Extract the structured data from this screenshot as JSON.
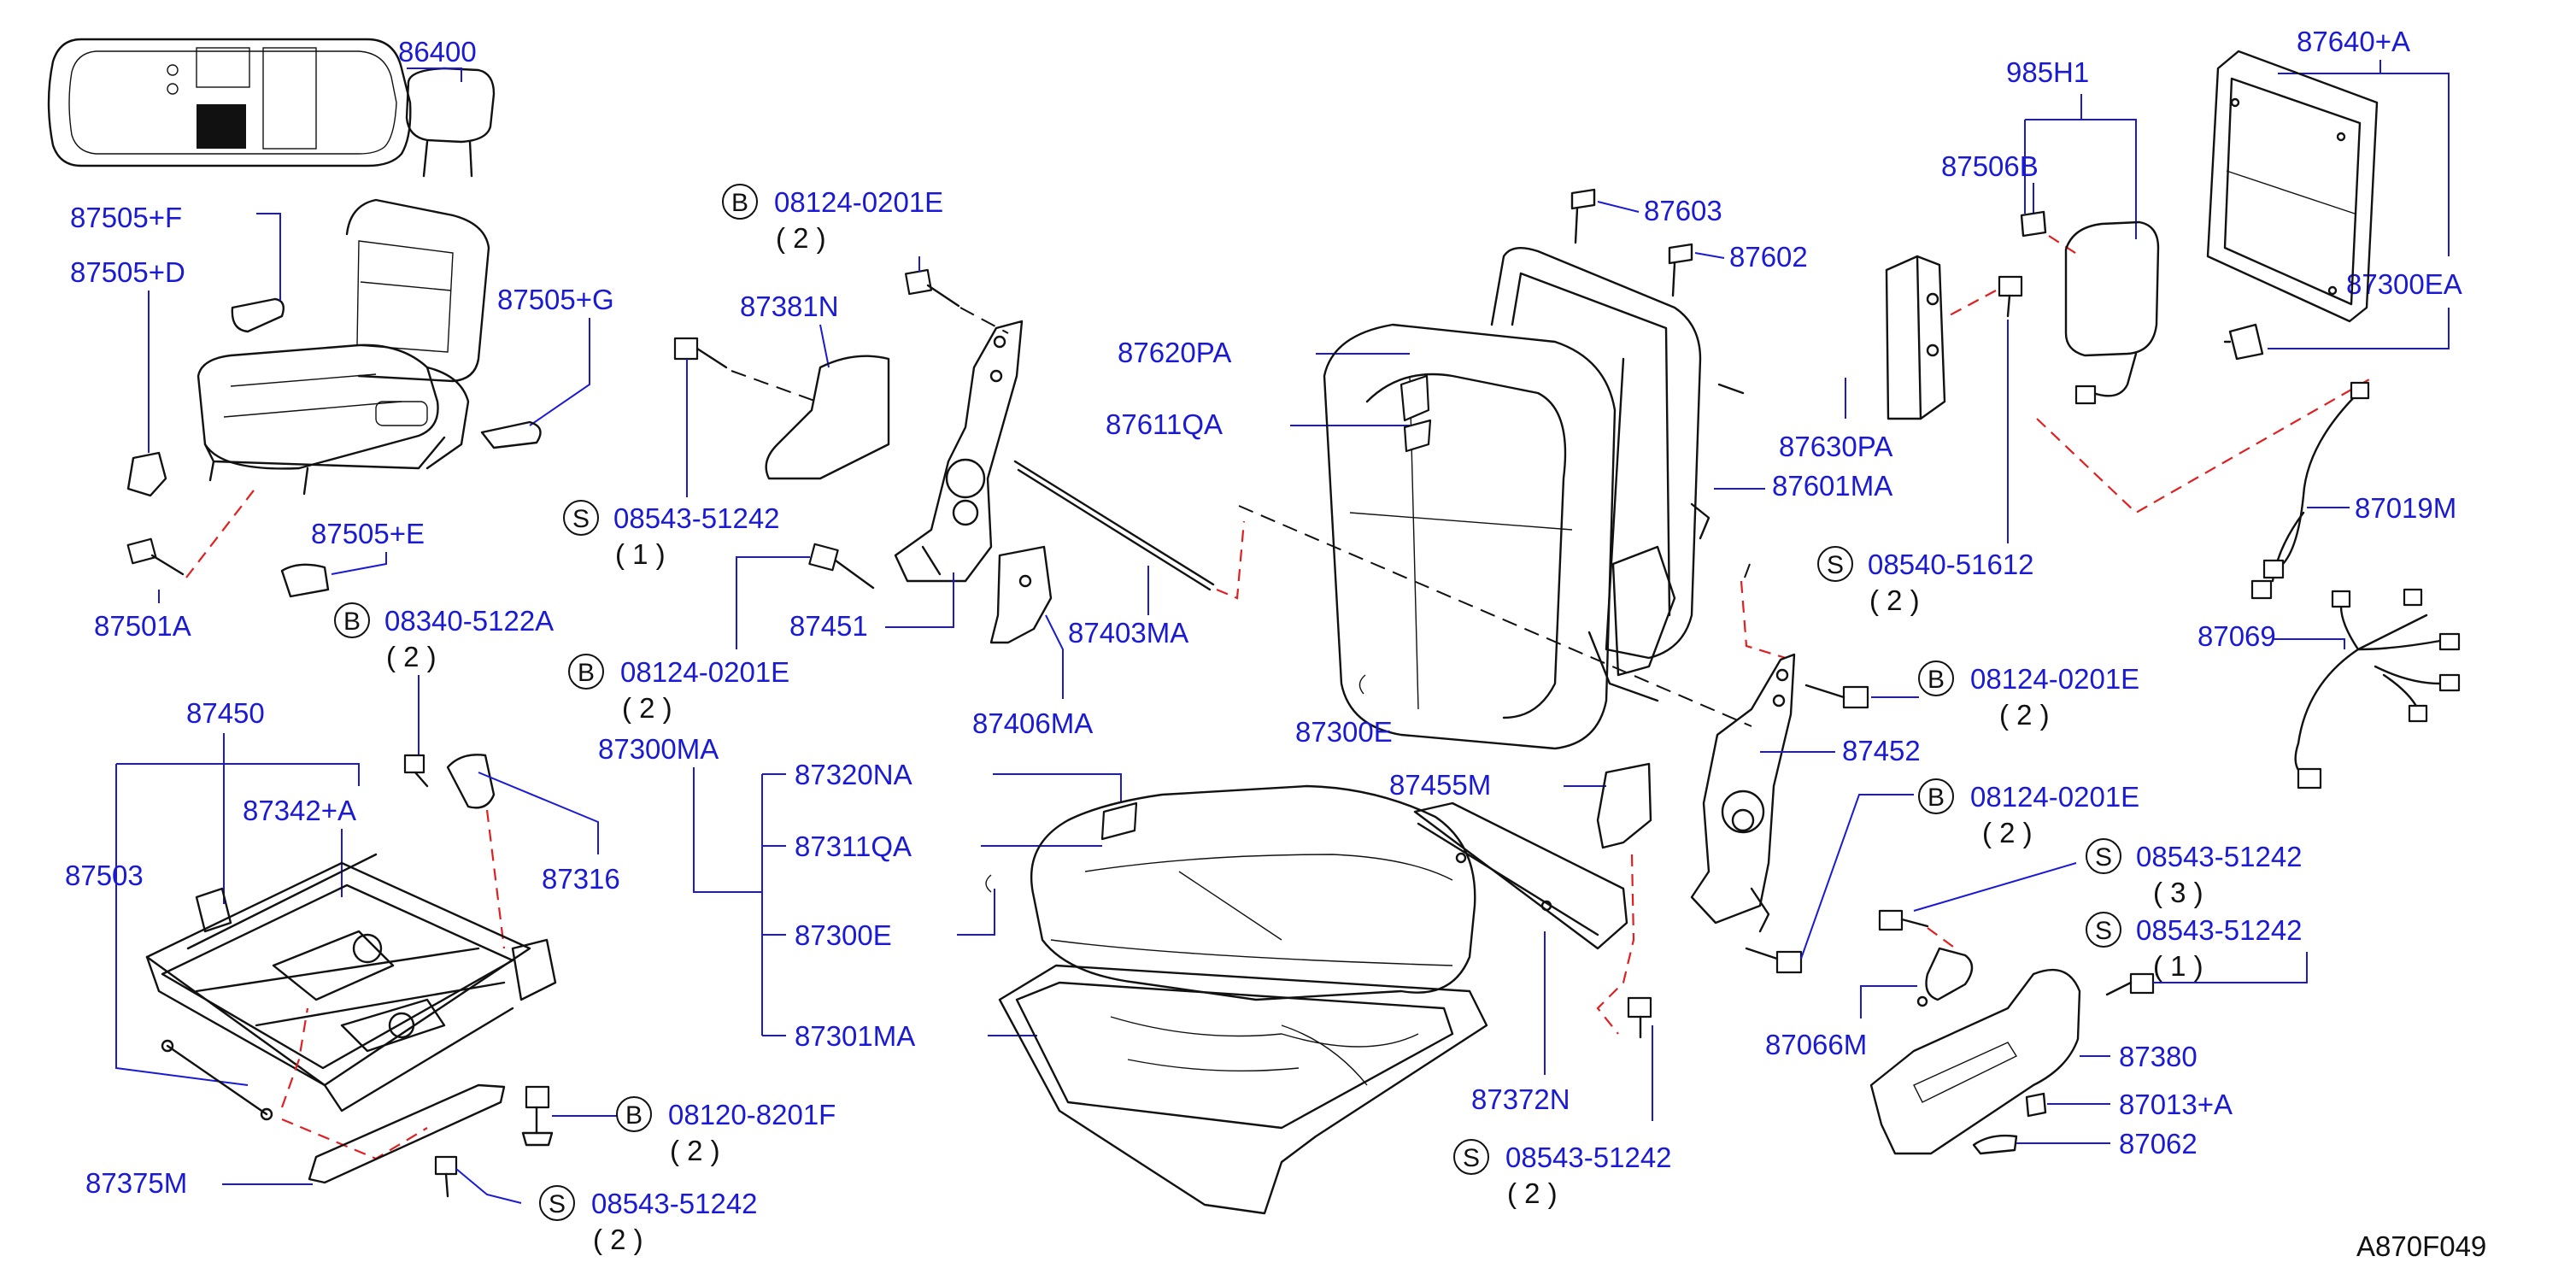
{
  "diagram_id": "A870F049",
  "locator_icon": "vehicle-locator-icon",
  "colors": {
    "label": "#1a1ad4",
    "connector_dash": "#e02020",
    "line": "#111111"
  },
  "labels": {
    "p86400": "86400",
    "p87505F": "87505+F",
    "p87505D": "87505+D",
    "p87505G": "87505+G",
    "p87505E": "87505+E",
    "p87501A": "87501A",
    "p87450": "87450",
    "p87342A": "87342+A",
    "p87503": "87503",
    "p87316": "87316",
    "p87375M": "87375M",
    "p87381N": "87381N",
    "p87451": "87451",
    "p87406MA": "87406MA",
    "p87403MA": "87403MA",
    "p87620PA": "87620PA",
    "p87611QA": "87611QA",
    "p87300E_back": "87300E",
    "p87300MA": "87300MA",
    "p87320NA": "87320NA",
    "p87311QA": "87311QA",
    "p87300E_cush": "87300E",
    "p87301MA": "87301MA",
    "p87603": "87603",
    "p87602": "87602",
    "p87601MA": "87601MA",
    "p87630PA": "87630PA",
    "p985H1": "985H1",
    "p87506B": "87506B",
    "p87640A": "87640+A",
    "p87300EA": "87300EA",
    "p87019M": "87019M",
    "p87069": "87069",
    "p87452": "87452",
    "p87455M": "87455M",
    "p87372N": "87372N",
    "p87066M": "87066M",
    "p87380": "87380",
    "p87013A": "87013+A",
    "p87062": "87062"
  },
  "fasteners": [
    {
      "type": "B",
      "number": "08124-0201E",
      "qty": "( 2 )"
    },
    {
      "type": "S",
      "number": "08543-51242",
      "qty": "( 1 )"
    },
    {
      "type": "B",
      "number": "08124-0201E",
      "qty": "( 2 )"
    },
    {
      "type": "B",
      "number": "08340-5122A",
      "qty": "( 2 )"
    },
    {
      "type": "B",
      "number": "08120-8201F",
      "qty": "( 2 )"
    },
    {
      "type": "S",
      "number": "08543-51242",
      "qty": "( 2 )"
    },
    {
      "type": "S",
      "number": "08540-51612",
      "qty": "( 2 )"
    },
    {
      "type": "B",
      "number": "08124-0201E",
      "qty": "( 2 )"
    },
    {
      "type": "B",
      "number": "08124-0201E",
      "qty": "( 2 )"
    },
    {
      "type": "S",
      "number": "08543-51242",
      "qty": "( 3 )"
    },
    {
      "type": "S",
      "number": "08543-51242",
      "qty": "( 1 )"
    },
    {
      "type": "S",
      "number": "08543-51242",
      "qty": "( 2 )"
    }
  ]
}
